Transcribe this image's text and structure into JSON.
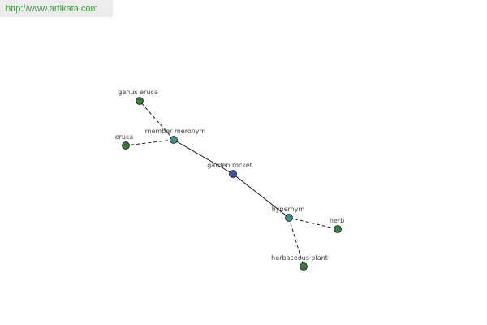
{
  "watermark": {
    "url": "http://www.artikata.com",
    "text_color": "#3aa33a",
    "background": "#ececec"
  },
  "graph": {
    "colors": {
      "center": "#3b4fa6",
      "relation": "#3e8e8e",
      "leaf": "#3a7d3a",
      "edge": "#000000"
    },
    "nodes": [
      {
        "id": "garden_rocket",
        "label": "garden rocket",
        "kind": "center"
      },
      {
        "id": "member_meronym",
        "label": "member meronym",
        "kind": "relation"
      },
      {
        "id": "hypernym",
        "label": "hypernym",
        "kind": "relation"
      },
      {
        "id": "genus_eruca",
        "label": "genus eruca",
        "kind": "leaf"
      },
      {
        "id": "eruca",
        "label": "eruca",
        "kind": "leaf"
      },
      {
        "id": "herb",
        "label": "herb",
        "kind": "leaf"
      },
      {
        "id": "herbaceous_plant",
        "label": "herbaceous plant",
        "kind": "leaf"
      }
    ],
    "edges": [
      {
        "from": "garden_rocket",
        "to": "member_meronym",
        "style": "solid"
      },
      {
        "from": "garden_rocket",
        "to": "hypernym",
        "style": "solid"
      },
      {
        "from": "member_meronym",
        "to": "genus_eruca",
        "style": "dashed"
      },
      {
        "from": "member_meronym",
        "to": "eruca",
        "style": "dashed"
      },
      {
        "from": "hypernym",
        "to": "herb",
        "style": "dashed"
      },
      {
        "from": "hypernym",
        "to": "herbaceous_plant",
        "style": "dashed"
      }
    ]
  }
}
